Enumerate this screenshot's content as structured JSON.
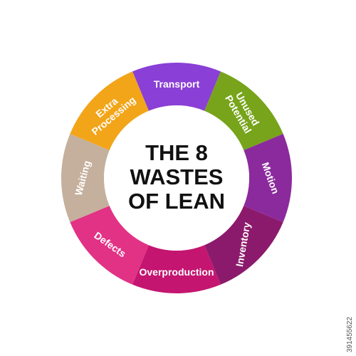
{
  "diagram": {
    "title_lines": [
      "THE 8",
      "WASTES",
      "OF LEAN"
    ],
    "segments": [
      {
        "label_lines": [
          "Transport"
        ],
        "color": "#8a3fd6"
      },
      {
        "label_lines": [
          "Unused",
          "Potential"
        ],
        "color": "#77a41b"
      },
      {
        "label_lines": [
          "Motion"
        ],
        "color": "#8b2a9c"
      },
      {
        "label_lines": [
          "Inventory"
        ],
        "color": "#8c1a6c"
      },
      {
        "label_lines": [
          "Overproduction"
        ],
        "color": "#c41570"
      },
      {
        "label_lines": [
          "Defects"
        ],
        "color": "#e23286"
      },
      {
        "label_lines": [
          "Waiting"
        ],
        "color": "#c4b09c"
      },
      {
        "label_lines": [
          "Extra",
          "Processing"
        ],
        "color": "#f2a519"
      }
    ]
  },
  "stock_id": "391455622"
}
